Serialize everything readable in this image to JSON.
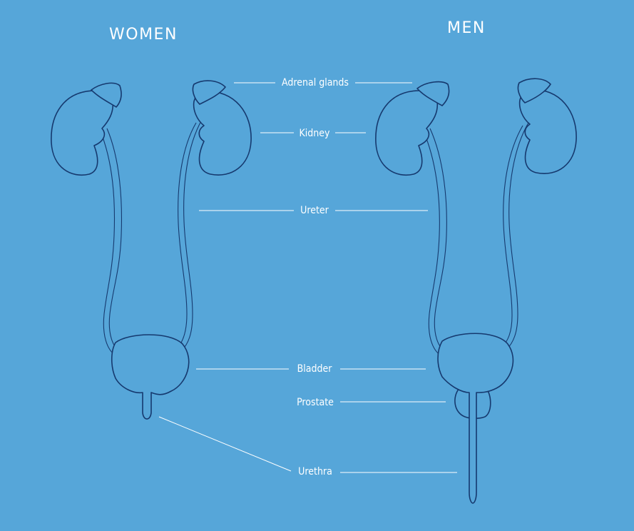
{
  "headings": {
    "women": "WOMEN",
    "men": "MEN"
  },
  "labels": {
    "adrenal_glands": "Adrenal glands",
    "kidney": "Kidney",
    "ureter": "Ureter",
    "bladder": "Bladder",
    "prostate": "Prostate",
    "urethra": "Urethra"
  },
  "colors": {
    "background": "#56a6d9",
    "outline": "#16396e",
    "text": "#ffffff"
  }
}
